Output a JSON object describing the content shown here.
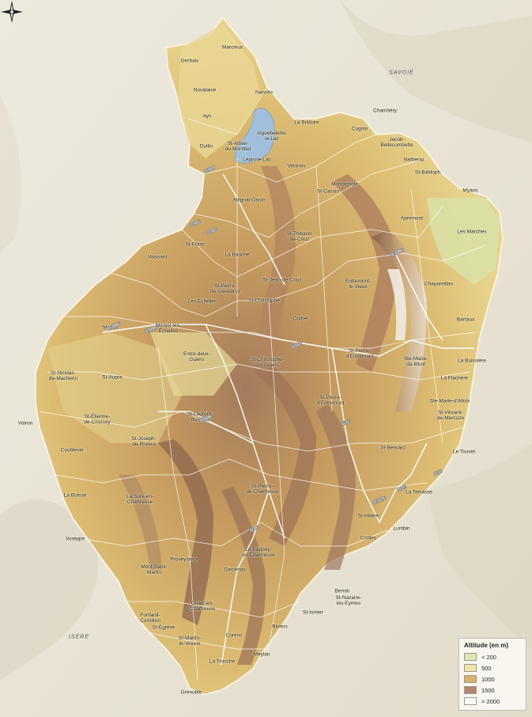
{
  "regions": [
    "SAVOIE",
    "ISERE"
  ],
  "places": [
    "Gerbaix",
    "Marcieux",
    "Novalaise",
    "Nances",
    "Ayn",
    "Dullin",
    "St-Alban-\nde-Montbel",
    "Aiguebelette-\nle-Lac",
    "Lépin-le-Lac",
    "La Bridoire",
    "Chambéry",
    "Cognin",
    "Jacob-\nBellecombette",
    "Barberaz",
    "Vimines",
    "Montagnole",
    "St-Cassin",
    "St-Baldoph",
    "Myans",
    "Attignat-Oncin",
    "St-Thibaud-\nde-Couz",
    "Apremont",
    "Les Marches",
    "St-Franc",
    "La Bauche",
    "Voissant",
    "St-Pierre-\nde-Genebroz",
    "St-Jean-de-Couz",
    "St-Christophe",
    "Les Échelles",
    "Entremont-\nle-Vieux",
    "Chapareillan",
    "Merlas",
    "Miribel-les-\nÉchelles",
    "Corbel",
    "Barraux",
    "St-Pierre-\nd'Entremont",
    "Entre-deux-\nGuiers",
    "St-Christophe-\nsur-Guiers",
    "St-Nicolas-\nde-Macherin",
    "St-Aupre",
    "Ste-Marie-\ndu-Mont",
    "La Buissière",
    "La Flachère",
    "Ste-Marie-d'Alloix",
    "St-Vincent-\nde-Mercuze",
    "St-Pierre-\nd'Entremont",
    "Voiron",
    "St-Étienne-\nde-Crossey",
    "St-Laurent-\ndu-Pont",
    "Coublevie",
    "St-Joseph-\nde-Rivière",
    "St-Bernard",
    "Le Touvet",
    "La Terrasse",
    "La Buisse",
    "La Sure-en-\nChartreuse",
    "St-Pierre-\nde-Chartreuse",
    "St-Hilaire",
    "Lumbin",
    "Voreppe",
    "Proveysieux",
    "Le Sappey-\nen-Chartreuse",
    "Crolles",
    "Mont-Saint-\nMartin",
    "Sarcenas",
    "Bernin",
    "St-Nazaire-\nles-Eymes",
    "Fontanil-\nCornillon",
    "Quaix-en-\nChartreuse",
    "St-Ismier",
    "Biviers",
    "St-Égrève",
    "St-Martin-\nle-Vinoux",
    "Corenc",
    "Meylan",
    "La Tronche",
    "Grenoble"
  ],
  "roads": [
    "D 916",
    "D 921",
    "D 520",
    "D 1006",
    "D 520C",
    "D 512",
    "D 1090",
    "D 520B",
    "D 12",
    "D 30",
    "D 1075",
    "D 57",
    "D 11"
  ],
  "legend": {
    "title": "Altitude (en m)",
    "items": [
      {
        "label": "< 200",
        "color": "#dfe7b4"
      },
      {
        "label": "500",
        "color": "#f2e4a2"
      },
      {
        "label": "1000",
        "color": "#d9b26a"
      },
      {
        "label": "1500",
        "color": "#b3856b"
      },
      {
        "label": "> 2000",
        "color": "#fbfaf6"
      }
    ]
  },
  "colors": {
    "background": "#efece2",
    "lake": "#9fbfdc",
    "border": "#ffffff"
  }
}
